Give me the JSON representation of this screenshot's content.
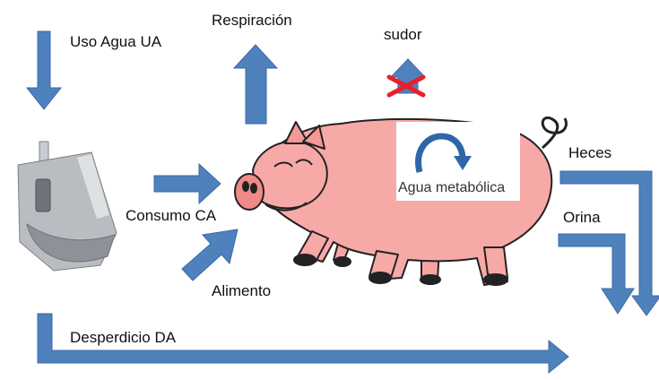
{
  "labels": {
    "uso_agua": "Uso Agua UA",
    "respiracion": "Respiración",
    "sudor": "sudor",
    "heces": "Heces",
    "orina": "Orina",
    "consumo": "Consumo CA",
    "alimento": "Alimento",
    "agua_metabolica": "Agua metabólica",
    "desperdicio": "Desperdicio DA"
  },
  "colors": {
    "arrow": "#4f81bd",
    "arrow_stroke": "#3a6aa8",
    "cross": "#e8202a",
    "pig_fill": "#f7a9a8",
    "pig_outline": "#222222",
    "trough": "#a9adb2"
  },
  "icons": {
    "sudor_blocked": "cross-icon",
    "metabolic_cycle": "curved-arrow-icon"
  }
}
